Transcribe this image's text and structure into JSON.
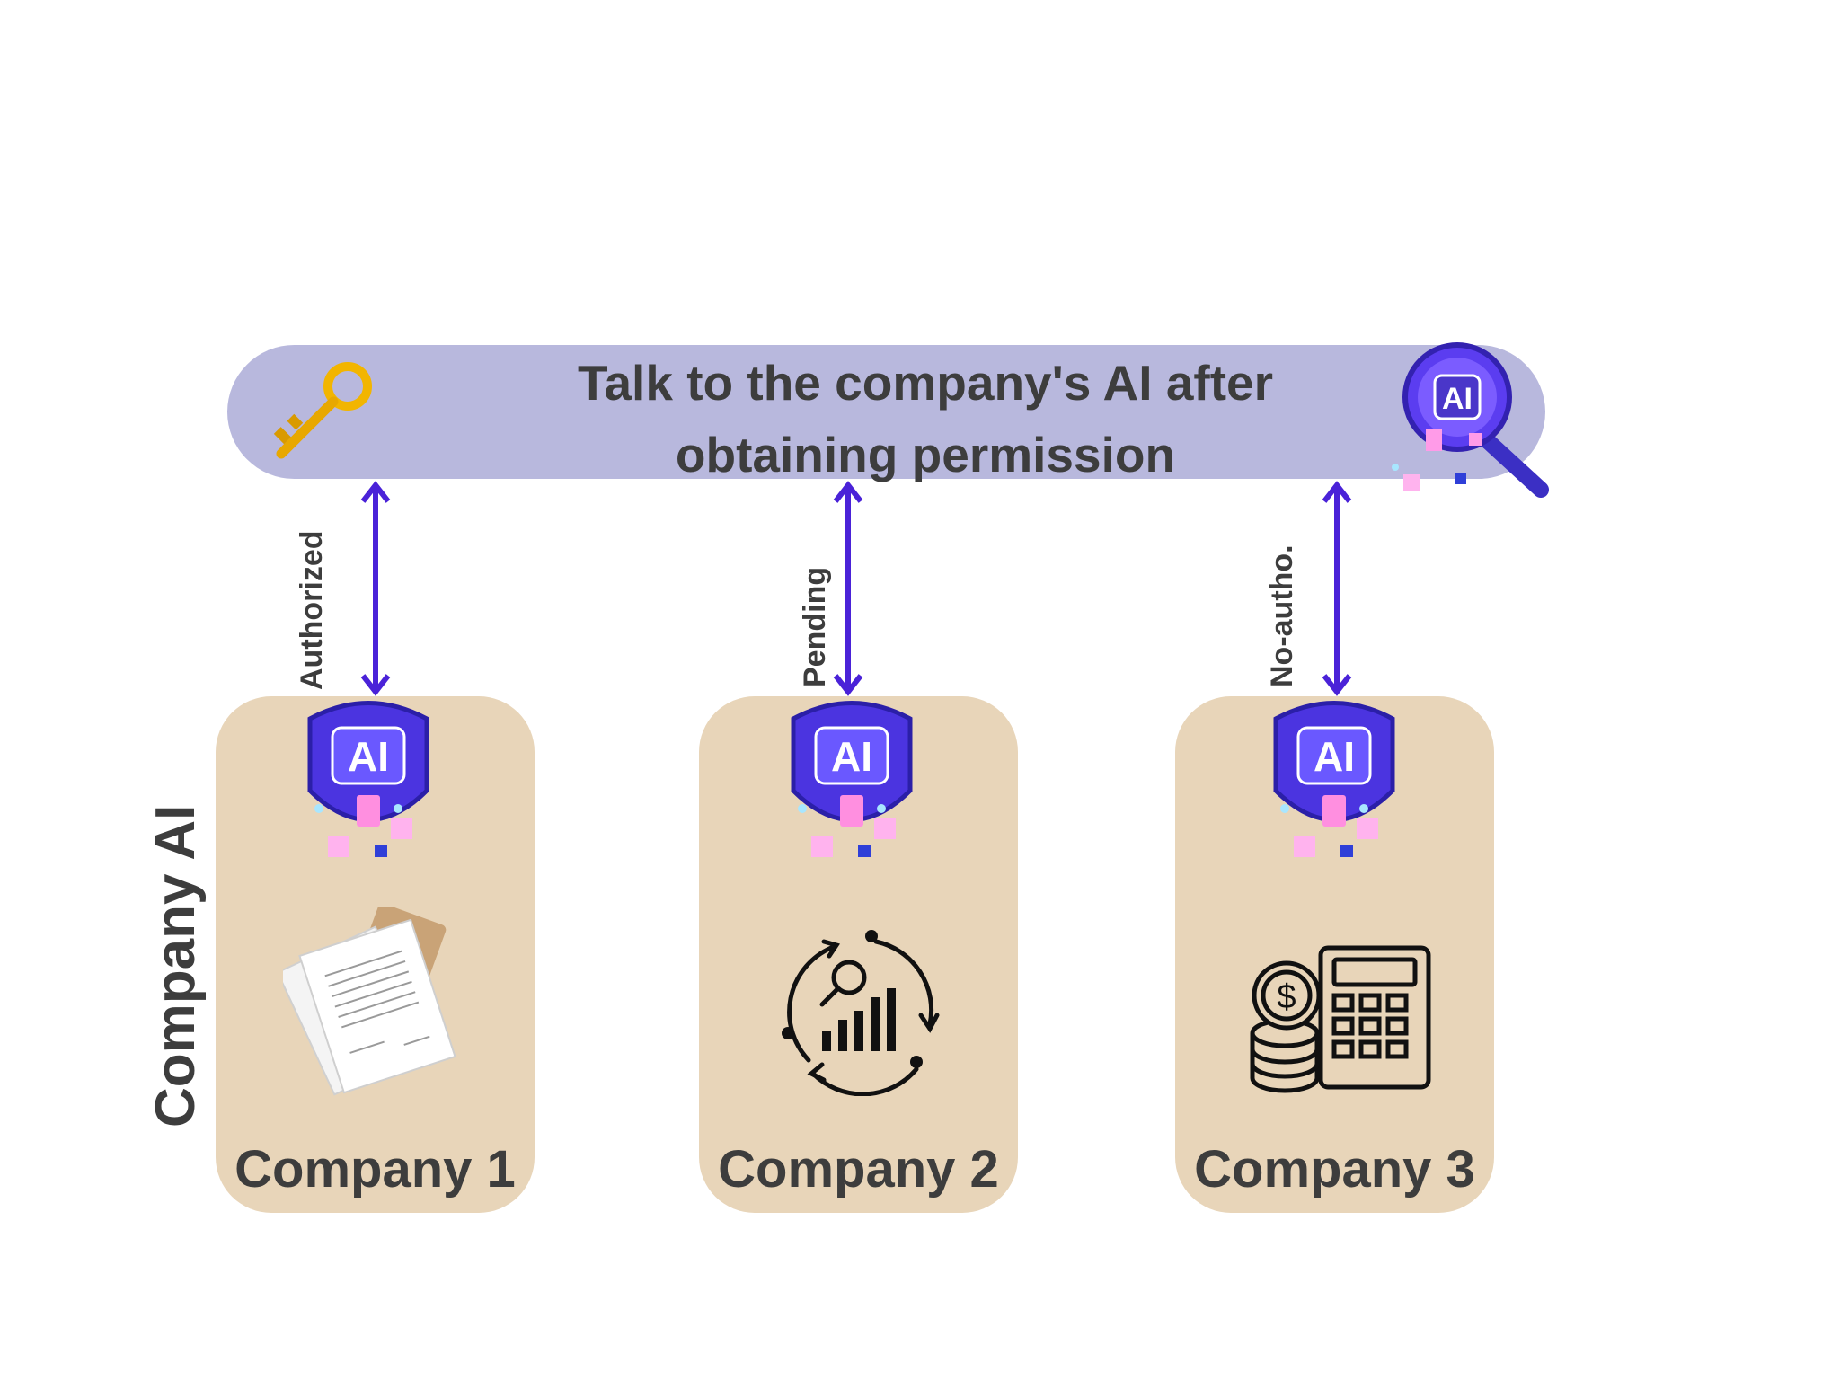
{
  "banner": {
    "title": "Talk to the company's AI after obtaining permission",
    "left_icon": "key-icon",
    "right_icon": "ai-chip-magnifier-icon",
    "color": "#b8b8dd"
  },
  "side_label": "Company AI",
  "chip_label": "AI",
  "arrow_color": "#4a22d8",
  "card_color": "#e8d5b9",
  "companies": [
    {
      "name": "Company 1",
      "status": "Authorized",
      "icon": "documents-icon"
    },
    {
      "name": "Company 2",
      "status": "Pending",
      "icon": "analytics-cycle-icon"
    },
    {
      "name": "Company 3",
      "status": "No-autho.",
      "icon": "coins-calculator-icon"
    }
  ]
}
